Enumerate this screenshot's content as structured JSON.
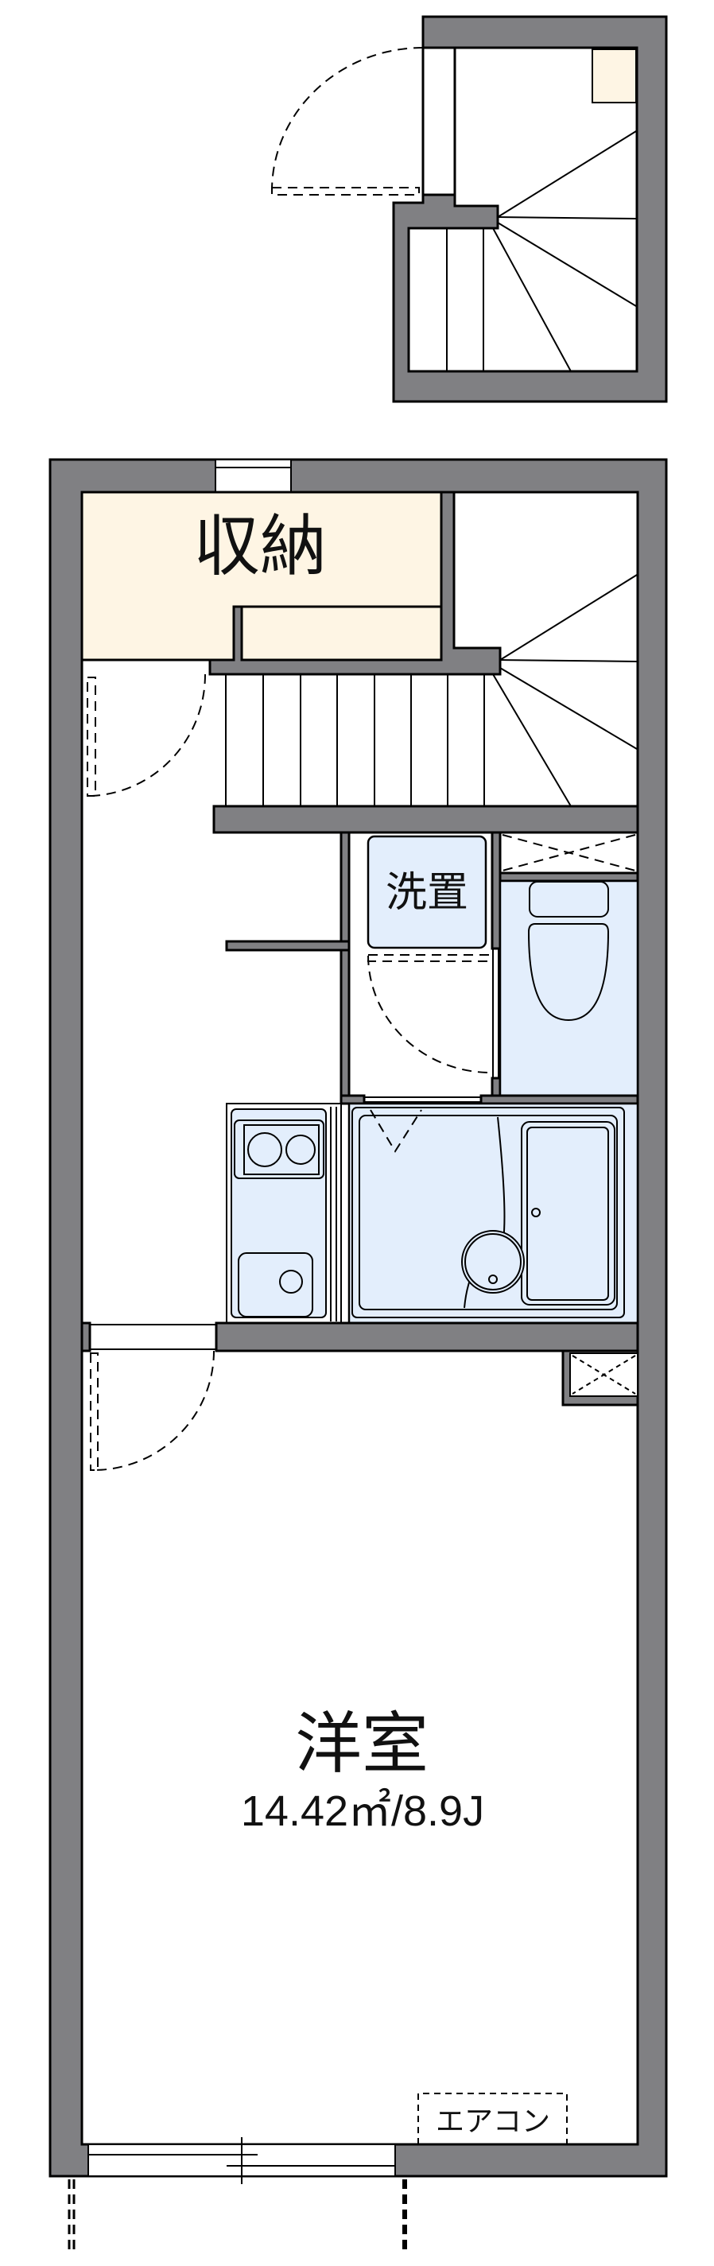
{
  "floorplan": {
    "rooms": {
      "storage": {
        "label": "収納"
      },
      "laundry": {
        "label": "洗置"
      },
      "western_room": {
        "label": "洋室",
        "area": "14.42㎡/8.9J"
      },
      "aircon": {
        "label": "エアコン"
      }
    },
    "colors": {
      "wall": "#808083",
      "storage_fill": "#fef5e4",
      "wet_area_fill": "#e3eefc"
    }
  }
}
